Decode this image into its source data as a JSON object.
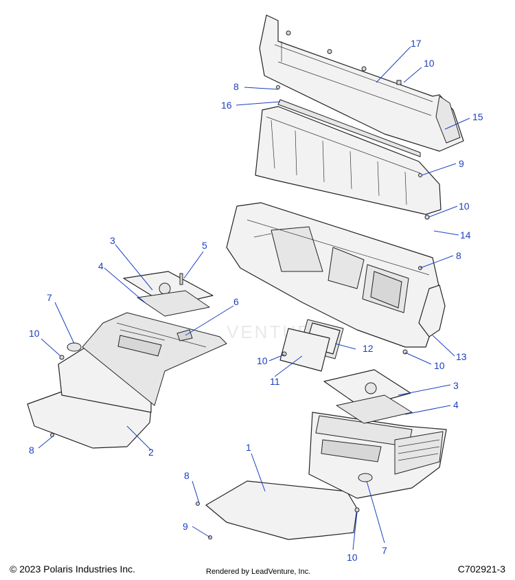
{
  "footer": {
    "copyright": "© 2023 Polaris Industries Inc.",
    "rendered_by": "Rendered by LeadVenture, Inc.",
    "drawing_id": "C702921-3"
  },
  "watermark": "VENTURE",
  "colors": {
    "callout": "#1a3fbf",
    "line": "#222222",
    "fill": "#f2f2f2"
  },
  "callouts": {
    "c17": "17",
    "c10a": "10",
    "c8a": "8",
    "c16": "16",
    "c15": "15",
    "c9a": "9",
    "c10b": "10",
    "c14": "14",
    "c8b": "8",
    "c3a": "3",
    "c5": "5",
    "c4a": "4",
    "c6": "6",
    "c7a": "7",
    "c10c": "10",
    "c12": "12",
    "c13": "13",
    "c10d": "10",
    "c11": "11",
    "c2": "2",
    "c8c": "8",
    "c3b": "3",
    "c4b": "4",
    "c1": "1",
    "c8d": "8",
    "c9b": "9",
    "c10e": "10",
    "c7b": "7"
  }
}
